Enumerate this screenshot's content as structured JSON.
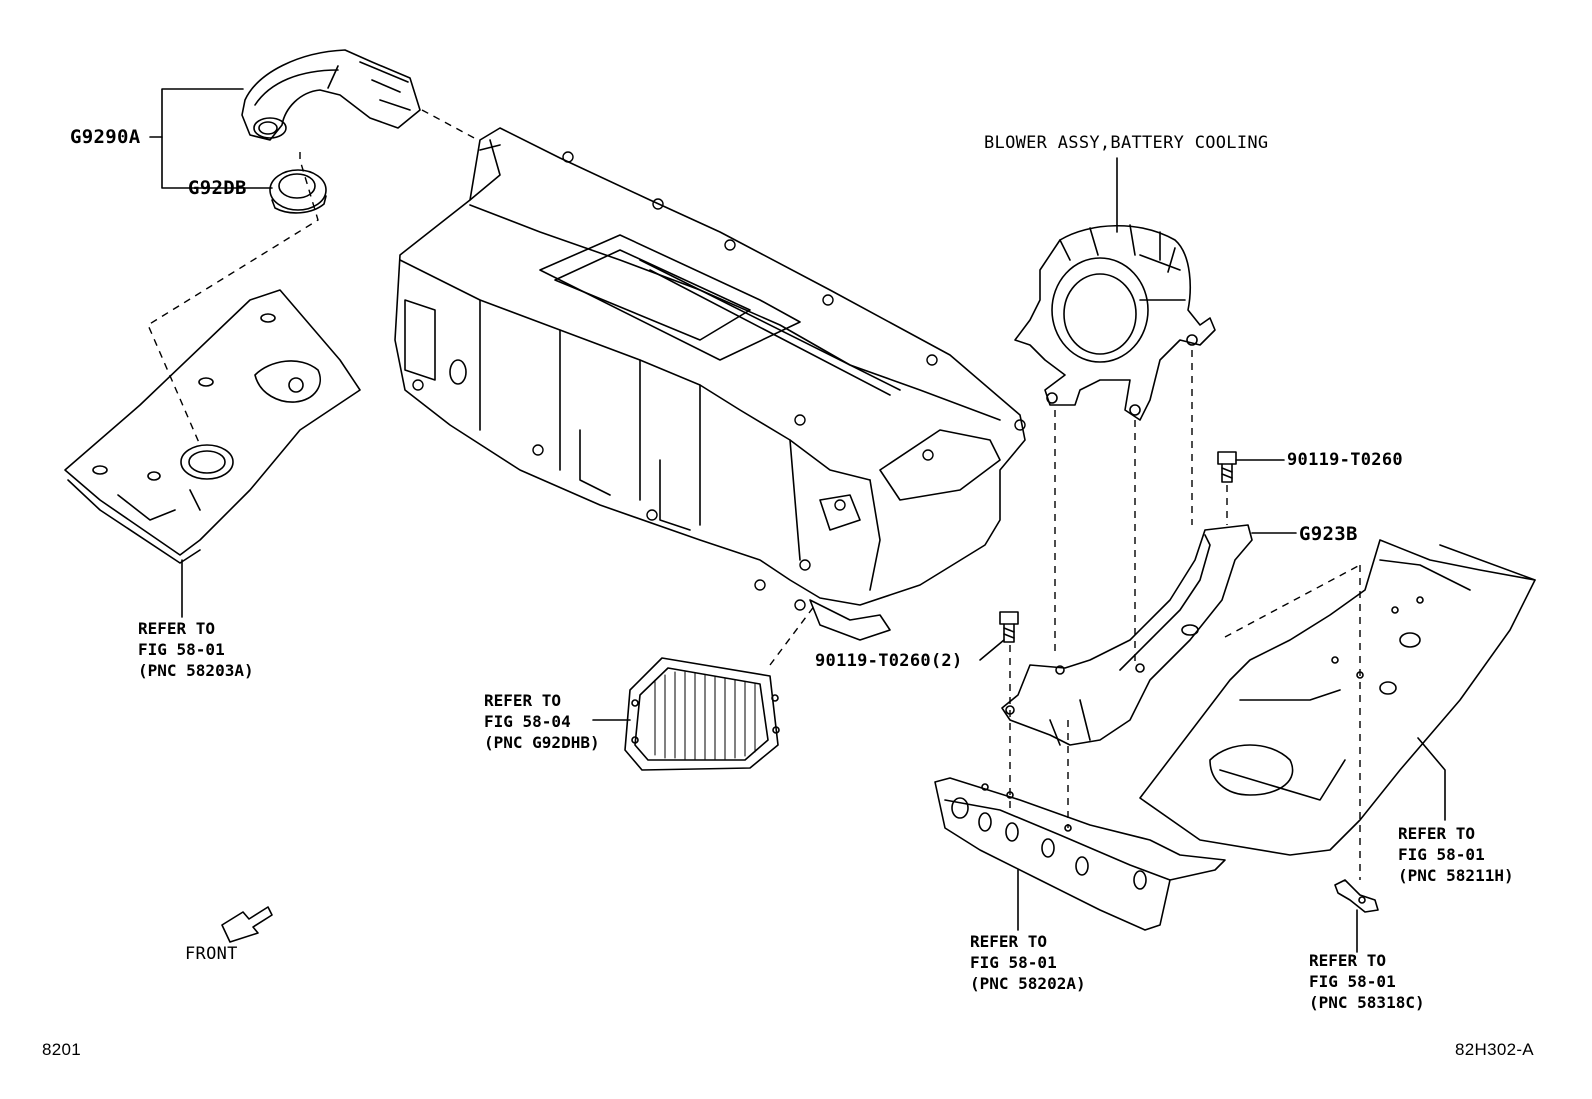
{
  "labels": {
    "g9290a": "G9290A",
    "g92db": "G92DB",
    "blower": "BLOWER ASSY,BATTERY COOLING",
    "bolt_single": "90119-T0260",
    "bracket": "G923B",
    "bolt_double": "90119-T0260(2)",
    "front": "FRONT"
  },
  "references": {
    "left_floor": [
      "REFER TO",
      "FIG 58-01",
      "(PNC 58203A)"
    ],
    "filter": [
      "REFER TO",
      "FIG 58-04",
      "(PNC G92DHB)"
    ],
    "right_floor": [
      "REFER TO",
      "FIG 58-01",
      "(PNC 58211H)"
    ],
    "front_rail": [
      "REFER TO",
      "FIG 58-01",
      "(PNC 58202A)"
    ],
    "clip": [
      "REFER TO",
      "FIG 58-01",
      "(PNC 58318C)"
    ]
  },
  "footer": {
    "left_code": "8201",
    "right_code": "82H302-A"
  }
}
